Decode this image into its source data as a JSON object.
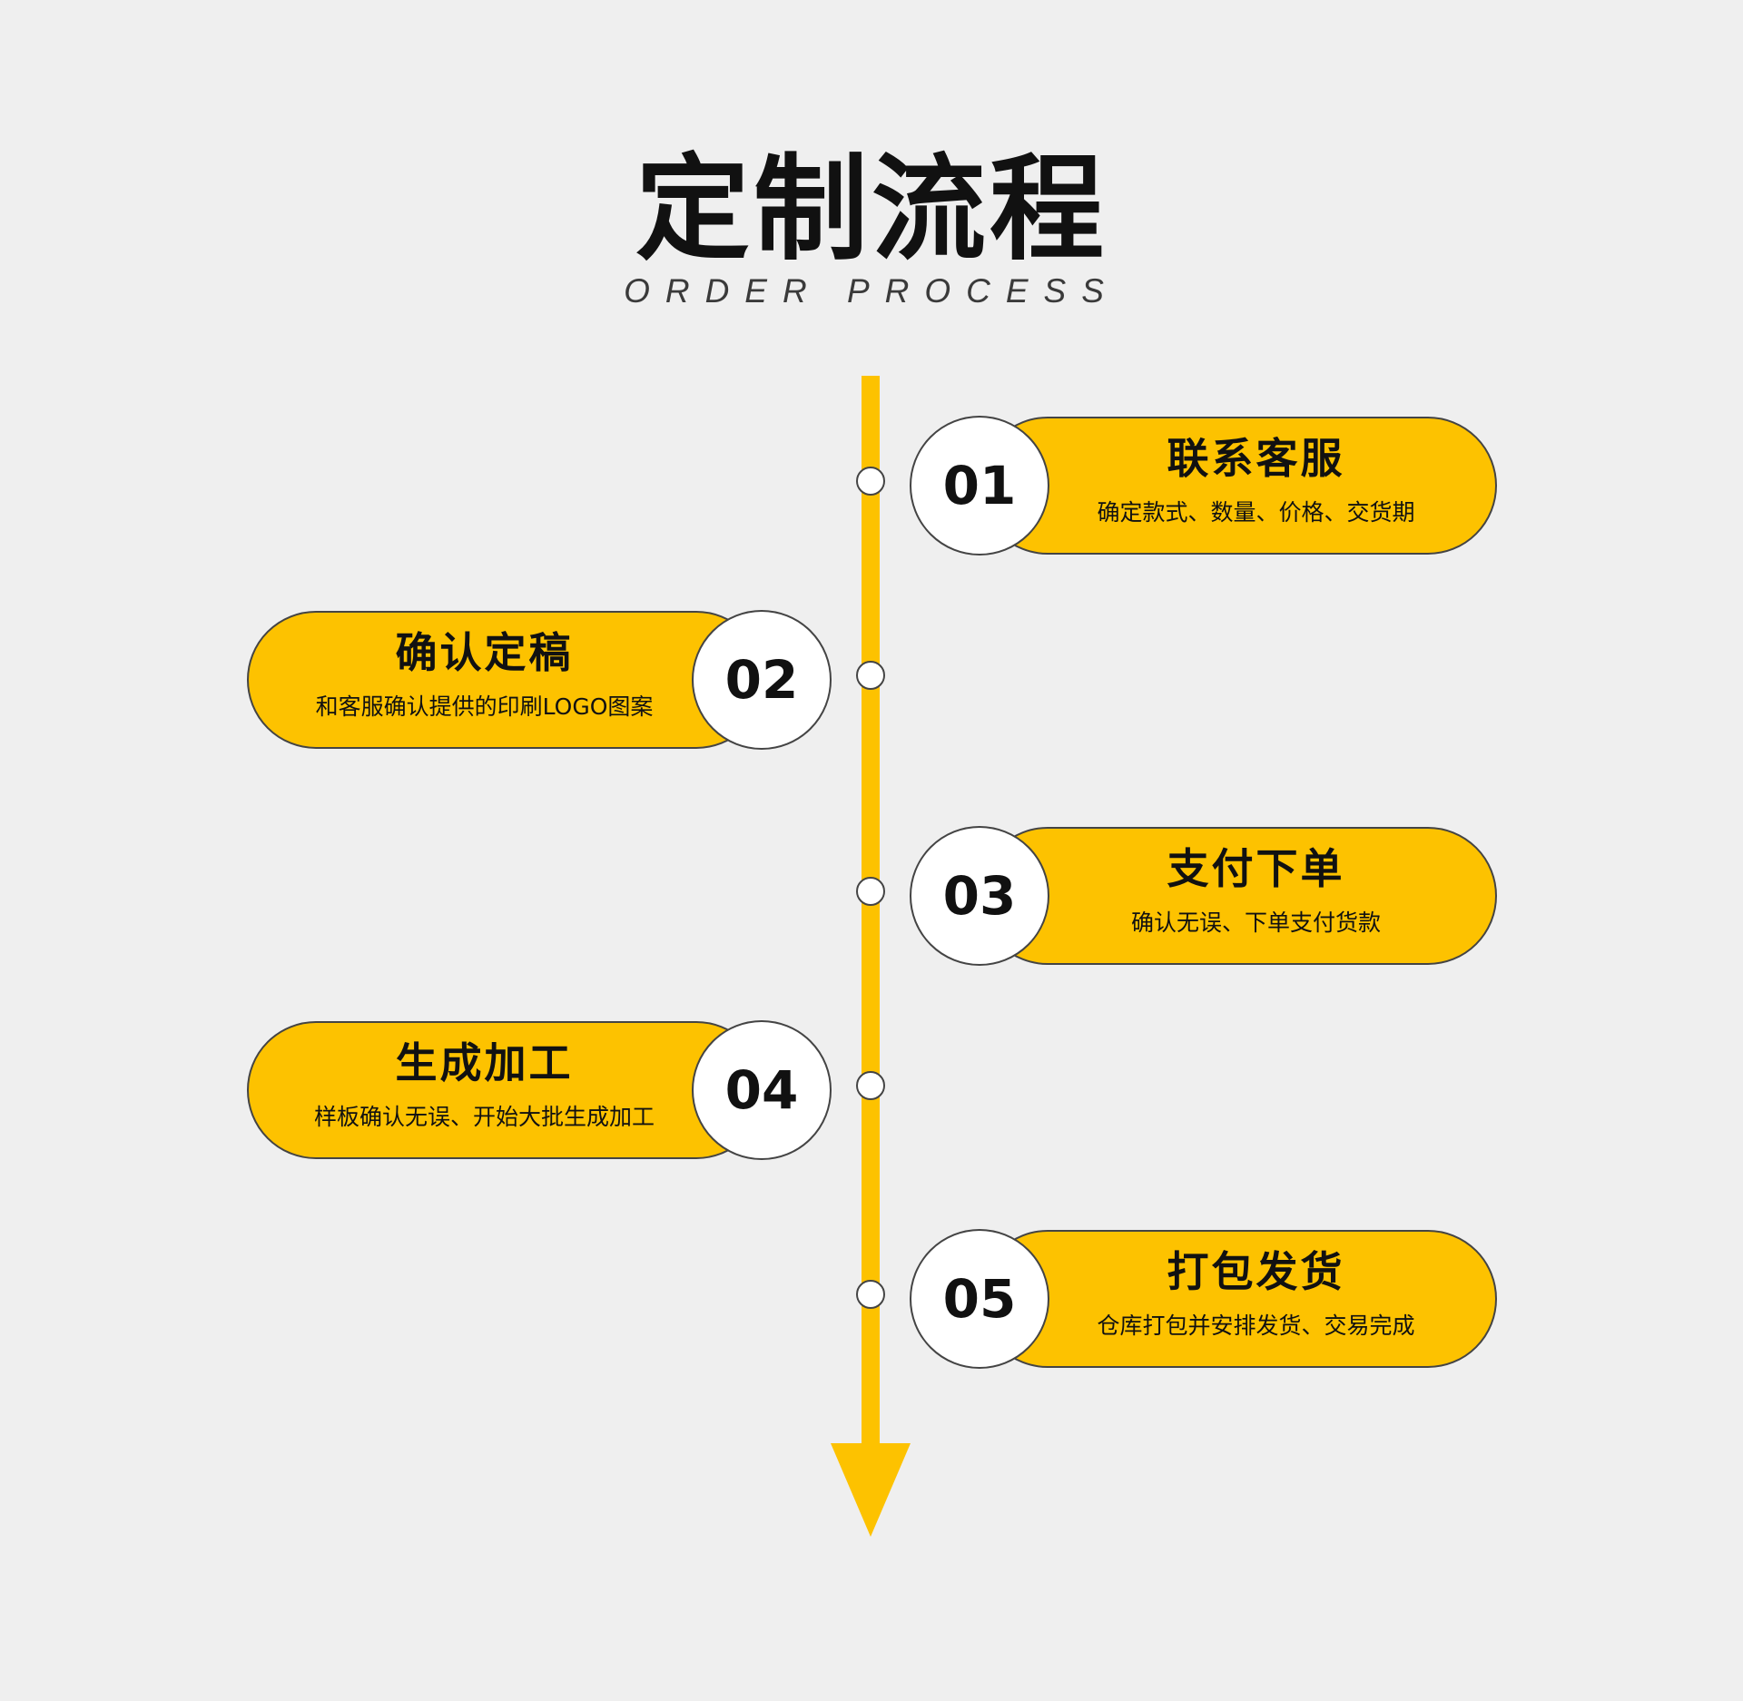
{
  "header": {
    "title": "定制流程",
    "subtitle": "ORDER PROCESS"
  },
  "colors": {
    "background": "#efefef",
    "accent": "#fdc200",
    "outline": "#444444",
    "text": "#111111"
  },
  "steps": [
    {
      "number": "01",
      "title": "联系客服",
      "desc": "确定款式、数量、价格、交货期"
    },
    {
      "number": "02",
      "title": "确认定稿",
      "desc": "和客服确认提供的印刷LOGO图案"
    },
    {
      "number": "03",
      "title": "支付下单",
      "desc": "确认无误、下单支付货款"
    },
    {
      "number": "04",
      "title": "生成加工",
      "desc": "样板确认无误、开始大批生成加工"
    },
    {
      "number": "05",
      "title": "打包发货",
      "desc": "仓库打包并安排发货、交易完成"
    }
  ]
}
